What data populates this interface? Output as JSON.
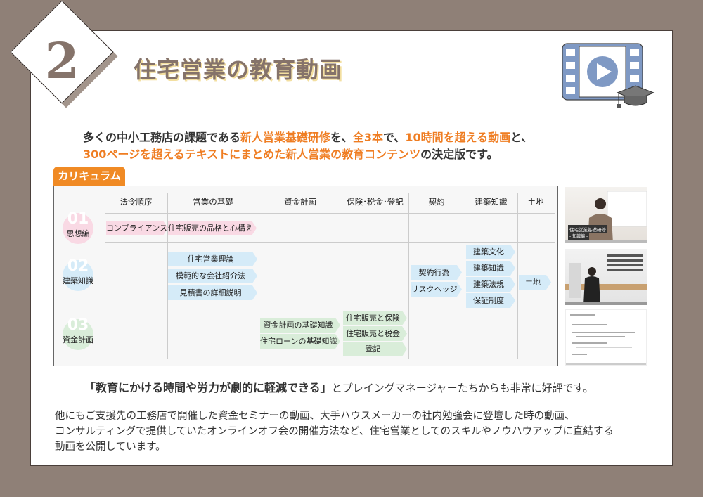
{
  "section_number": "2",
  "title": "住宅営業の教育動画",
  "intro": {
    "line1": [
      {
        "text": "多くの中小工務店の課題である",
        "hl": false
      },
      {
        "text": "新人営業基礎研修",
        "hl": true
      },
      {
        "text": "を、",
        "hl": false
      },
      {
        "text": "全3本",
        "hl": true
      },
      {
        "text": "で、",
        "hl": false
      },
      {
        "text": "10時間を超える動画",
        "hl": true
      },
      {
        "text": "と、",
        "hl": false
      }
    ],
    "line2": [
      {
        "text": "300ページを超えるテキストにまとめた新人営業の教育コンテンツ",
        "hl": true
      },
      {
        "text": "の決定版です。",
        "hl": false
      }
    ]
  },
  "curriculum_tab": "カリキュラム",
  "columns": [
    "法令順序",
    "営業の基礎",
    "資金計画",
    "保険･税金･登記",
    "契約",
    "建築知識",
    "土地"
  ],
  "rows": [
    {
      "num": "01",
      "label": "思想編",
      "color": "#f9d9e4"
    },
    {
      "num": "02",
      "label": "建築知識",
      "color": "#d5ebf8"
    },
    {
      "num": "03",
      "label": "資金計画",
      "color": "#d9edd9"
    }
  ],
  "chips": {
    "r1": [
      "コンプライアンス",
      "住宅販売の品格と心構え"
    ],
    "r2_basic": [
      "住宅営業理論",
      "模範的な会社紹介法",
      "見積書の詳細説明"
    ],
    "r2_contract": [
      "契約行為",
      "リスクヘッジ"
    ],
    "r2_arch": [
      "建築文化",
      "建築知識",
      "建築法規",
      "保証制度"
    ],
    "r2_land": [
      "土地"
    ],
    "r3_fund": [
      "資金計画の基礎知識",
      "住宅ローンの基礎知識"
    ],
    "r3_ins": [
      "住宅販売と保険",
      "住宅販売と税金",
      "登記"
    ]
  },
  "thumbnails": {
    "t1_caption1": "住宅営業基礎研修",
    "t1_caption2": "- 知識編 -"
  },
  "quote": {
    "bold": "「教育にかける時間や労力が劇的に軽減できる」",
    "rest": "とプレイングマネージャーたちからも非常に好評です。"
  },
  "paragraph": [
    "他にもご支援先の工務店で開催した資金セミナーの動画、大手ハウスメーカーの社内勉強会に登壇した時の動画、",
    "コンサルティングで提供していたオンラインオフ会の開催方法など、住宅営業としてのスキルやノウハウアップに直結する",
    "動画を公開しています。"
  ]
}
